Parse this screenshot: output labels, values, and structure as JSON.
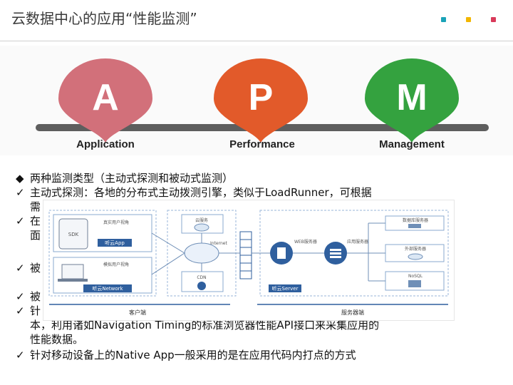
{
  "slide": {
    "title": "云数据中心的应用“性能监测”",
    "dot_colors": [
      "#1aa3b8",
      "#f2b600",
      "#d93a5a"
    ]
  },
  "apm": {
    "items": [
      {
        "letter": "A",
        "label": "Application",
        "color": "#d2707a"
      },
      {
        "letter": "P",
        "label": "Performance",
        "color": "#e25a2a"
      },
      {
        "letter": "M",
        "label": "Management",
        "color": "#34a23f"
      }
    ]
  },
  "bullets": [
    {
      "mark": "◆",
      "lines": [
        "两种监测类型（主动式探测和被动式监测）"
      ]
    },
    {
      "mark": "✓",
      "lines": [
        "主动式探测：各地的分布式主动拨测引擎，类似于LoadRunner，可根据",
        "需"
      ]
    },
    {
      "mark": "✓",
      "lines": [
        "在",
        "面"
      ]
    },
    {
      "mark": "✓",
      "lines": [
        "被",
        "（"
      ]
    },
    {
      "mark": "✓",
      "lines": [
        "被"
      ]
    },
    {
      "mark": "✓",
      "lines": [
        "针",
        "本，利用诸如Navigation Timing的标准浏览器性能API接口来采集应用的",
        "性能数据。"
      ]
    },
    {
      "mark": "✓",
      "lines": [
        "针对移动设备上的Native App一般采用的是在应用代码内打点的方式"
      ]
    }
  ],
  "diagram": {
    "client_label": "客户端",
    "server_label": "服务器端",
    "real_user": "真实用户视角",
    "sim_user": "模拟用户视角",
    "sdk": "SDK",
    "app_badge": "听云App",
    "network_badge": "听云Network",
    "cloud_service": "云服务",
    "internet": "Internet",
    "cdn": "CDN",
    "web_server": "WEB服务器",
    "app_server": "应用服务器",
    "server_badge": "听云Server",
    "db_server": "数据库服务器",
    "ext_server": "外部服务器",
    "nosql": "NoSQL"
  }
}
